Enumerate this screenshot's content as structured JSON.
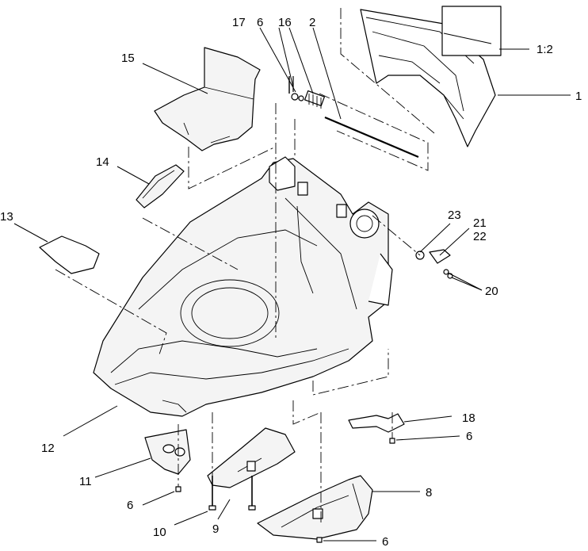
{
  "callouts": {
    "c1": "1",
    "c1_2": "1:2",
    "c2": "2",
    "c6_top": "6",
    "c6_right": "6",
    "c6_left": "6",
    "c6_bottom": "6",
    "c8": "8",
    "c9": "9",
    "c10": "10",
    "c11": "11",
    "c12": "12",
    "c13": "13",
    "c14": "14",
    "c15": "15",
    "c16": "16",
    "c17": "17",
    "c18": "18",
    "c20": "20",
    "c21": "21",
    "c22": "22",
    "c23": "23"
  }
}
